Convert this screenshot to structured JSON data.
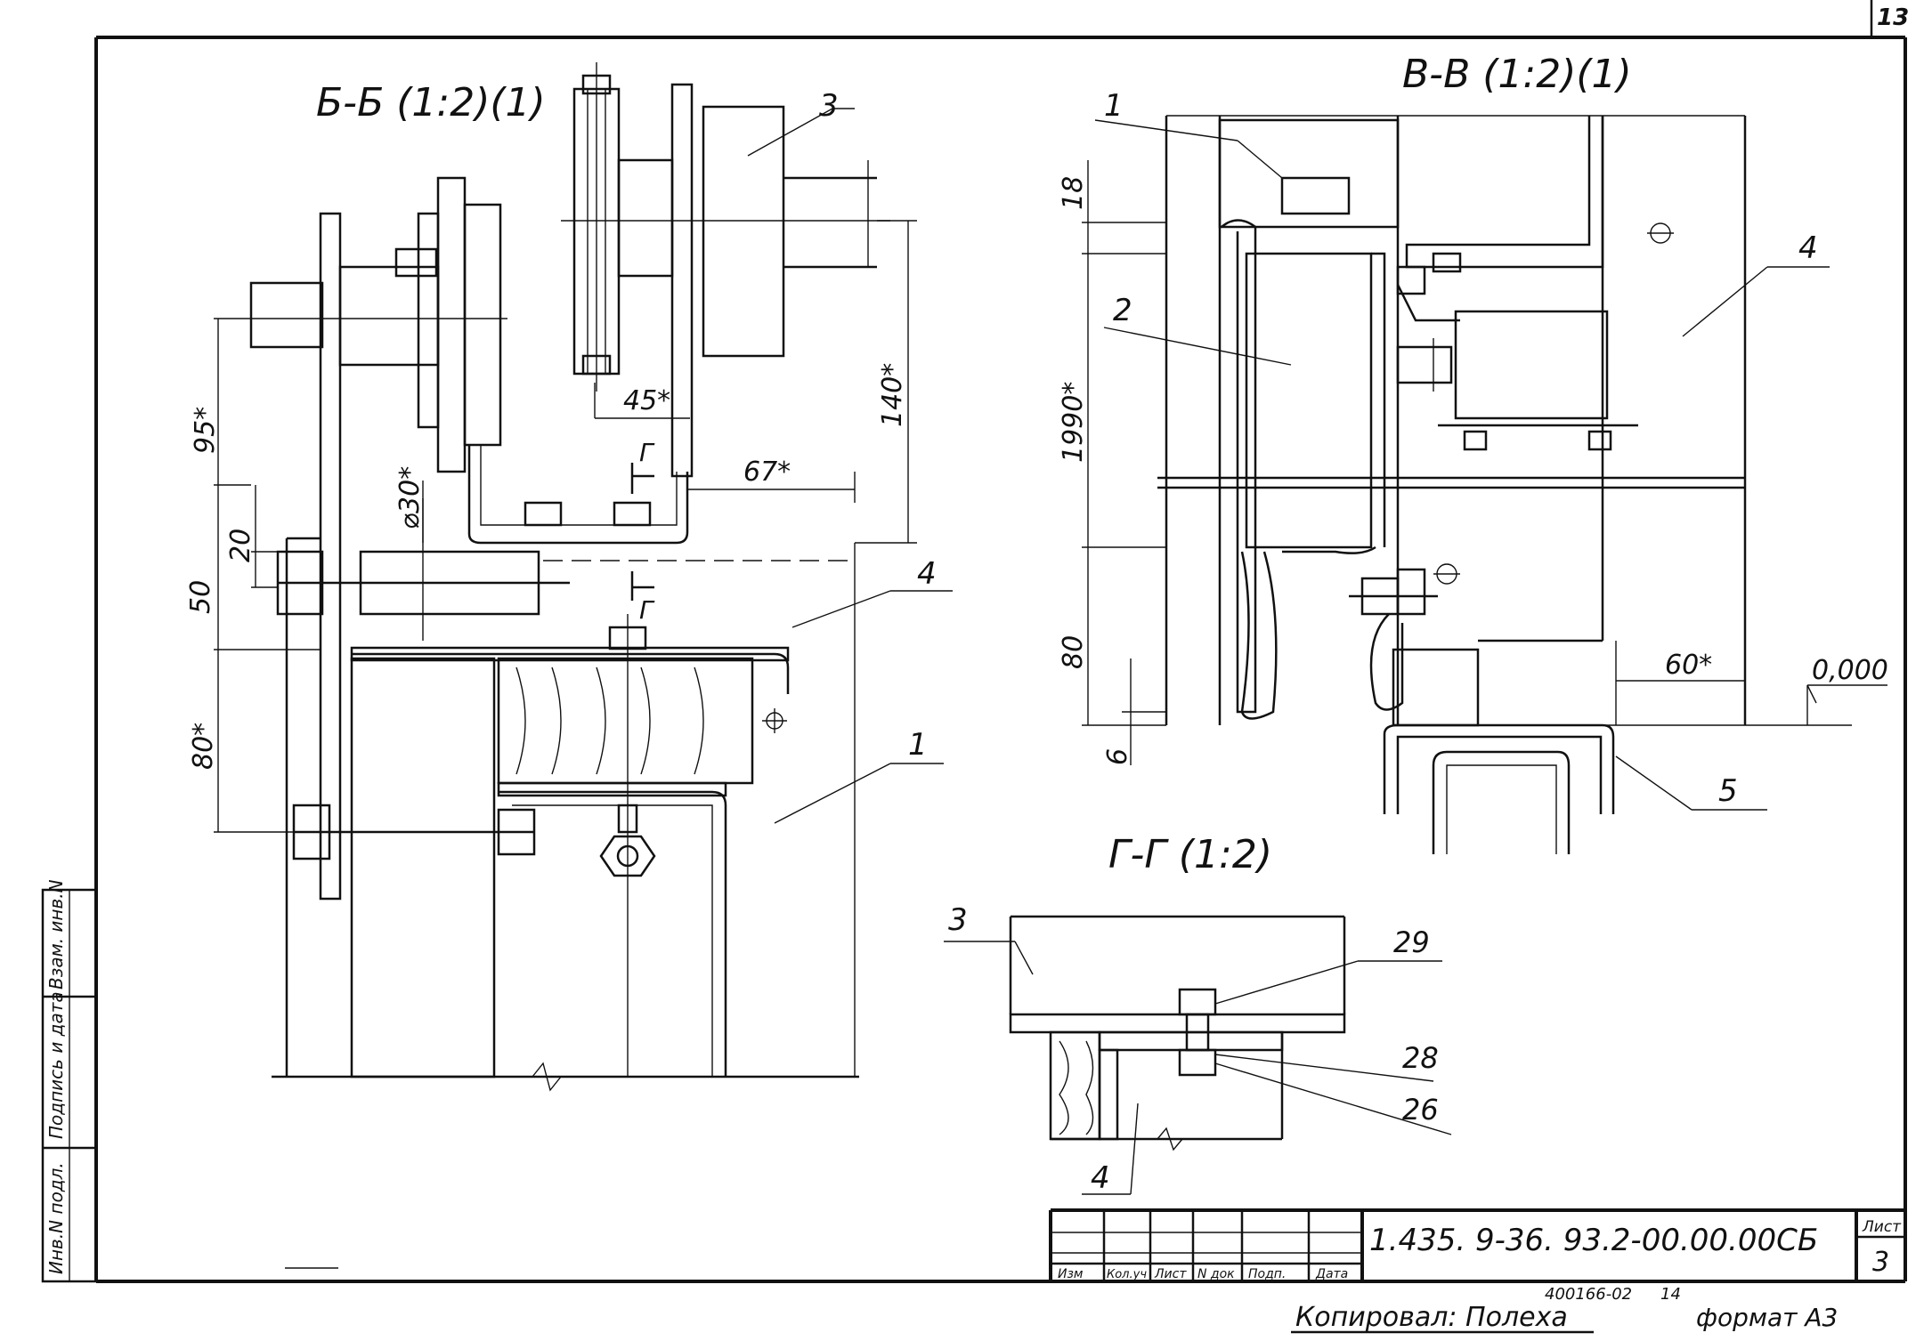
{
  "sheet": {
    "page_number": "13",
    "sheet_label": "Лист",
    "sheet_value": "3",
    "document_code": "1.435. 9-36. 93.2-00.00.00СБ"
  },
  "sections": {
    "bb_title": "Б-Б (1:2)(1)",
    "vv_title": "В-В (1:2)(1)",
    "gg_title": "Г-Г (1:2)"
  },
  "section_marks": {
    "g_top": "Г",
    "g_bottom": "Г"
  },
  "dimensions": {
    "bb_95": "95*",
    "bb_50": "50",
    "bb_20": "20",
    "bb_80": "80*",
    "bb_d30": "⌀30*",
    "bb_45": "45*",
    "bb_67": "67*",
    "bb_140": "140*",
    "vv_18": "18",
    "vv_1990": "1990*",
    "vv_80": "80",
    "vv_6": "6",
    "vv_60": "60*",
    "vv_level": "0,000"
  },
  "callouts": {
    "bb_3": "3",
    "bb_4": "4",
    "bb_1": "1",
    "vv_1": "1",
    "vv_2": "2",
    "vv_4": "4",
    "vv_5": "5",
    "gg_3": "3",
    "gg_29": "29",
    "gg_28": "28",
    "gg_26": "26",
    "gg_4": "4"
  },
  "title_block": {
    "col_izm": "Изм",
    "col_kol": "Кол.уч",
    "col_list": "Лист",
    "col_ndok": "N док",
    "col_podp": "Подп.",
    "col_data": "Дата"
  },
  "side_stamp": {
    "inv_podl": "Инв.N подл.",
    "podpis_data": "Подпись и дата",
    "vzam_inv": "Взам. инв.N"
  },
  "footer": {
    "copied": "Копировал: Полеха",
    "order": "400166-02",
    "order_sheet": "14",
    "format": "формат А3"
  }
}
